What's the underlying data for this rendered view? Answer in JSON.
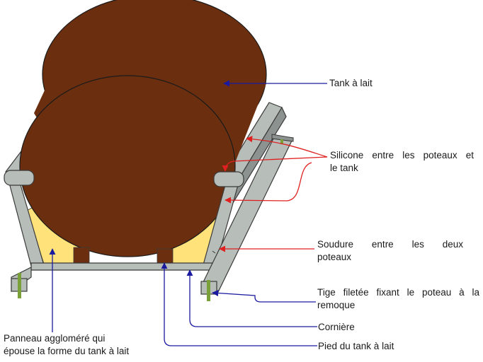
{
  "labels": {
    "tank": "Tank à lait",
    "silicone": "Silicone entre les poteaux et le tank",
    "silicone_line1": "Silicone  entre  les  poteaux  et",
    "silicone_line2": "le tank",
    "soudure_line1": "Soudure   entre   les   deux",
    "soudure_line2": "poteaux",
    "tige_line1": "Tige filetée fixant le poteau à la",
    "tige_line2": "remoque",
    "corniere": "Cornière",
    "pied": "Pied du tank à lait",
    "panneau_line1": "Panneau aggloméré qui",
    "panneau_line2": "épouse la forme du tank à lait"
  },
  "colors": {
    "tank": "#6b2f10",
    "frame": "#b7bdb9",
    "frame_stroke": "#3a3a3a",
    "panel": "#ffe27a",
    "arrow_blue": "#1a1aa0",
    "arrow_red": "#e02020",
    "bolt": "#7aa03a"
  }
}
